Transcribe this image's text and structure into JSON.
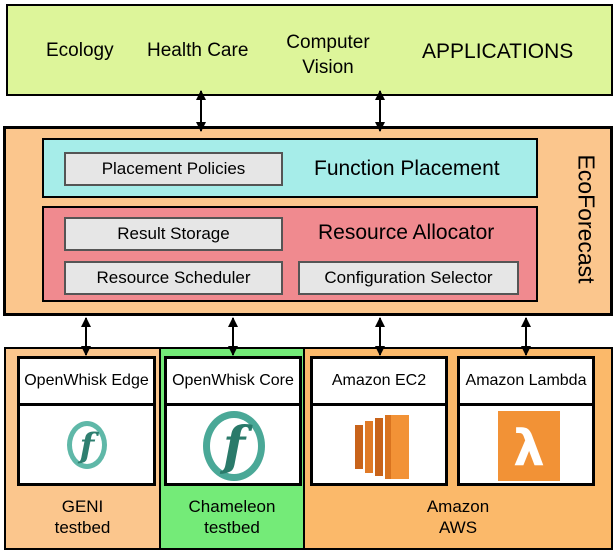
{
  "applications": {
    "items": [
      "Ecology",
      "Health Care",
      "Computer Vision"
    ],
    "title": "APPLICATIONS"
  },
  "ecoforecast": {
    "title": "EcoForecast",
    "function_placement": {
      "title": "Function Placement",
      "items": [
        "Placement Policies"
      ]
    },
    "resource_allocator": {
      "title": "Resource Allocator",
      "items": [
        "Result Storage",
        "Resource Scheduler",
        "Configuration Selector"
      ]
    }
  },
  "testbeds": [
    {
      "name": "GENI testbed",
      "platforms": [
        {
          "label": "OpenWhisk Edge",
          "icon": "openwhisk-logo-icon"
        }
      ]
    },
    {
      "name": "Chameleon testbed",
      "platforms": [
        {
          "label": "OpenWhisk Core",
          "icon": "openwhisk-logo-icon"
        }
      ]
    },
    {
      "name": "Amazon AWS",
      "platforms": [
        {
          "label": "Amazon EC2",
          "icon": "amazon-ec2-icon"
        },
        {
          "label": "Amazon Lambda",
          "icon": "aws-lambda-icon"
        }
      ]
    }
  ],
  "colors": {
    "applications": "#ddf59a",
    "ecoforecast": "#fbc68d",
    "function_placement": "#a6ede9",
    "resource_allocator": "#f08a8f",
    "geni": "#fbc68d",
    "chameleon": "#74eb78",
    "aws": "#fbb96a"
  }
}
